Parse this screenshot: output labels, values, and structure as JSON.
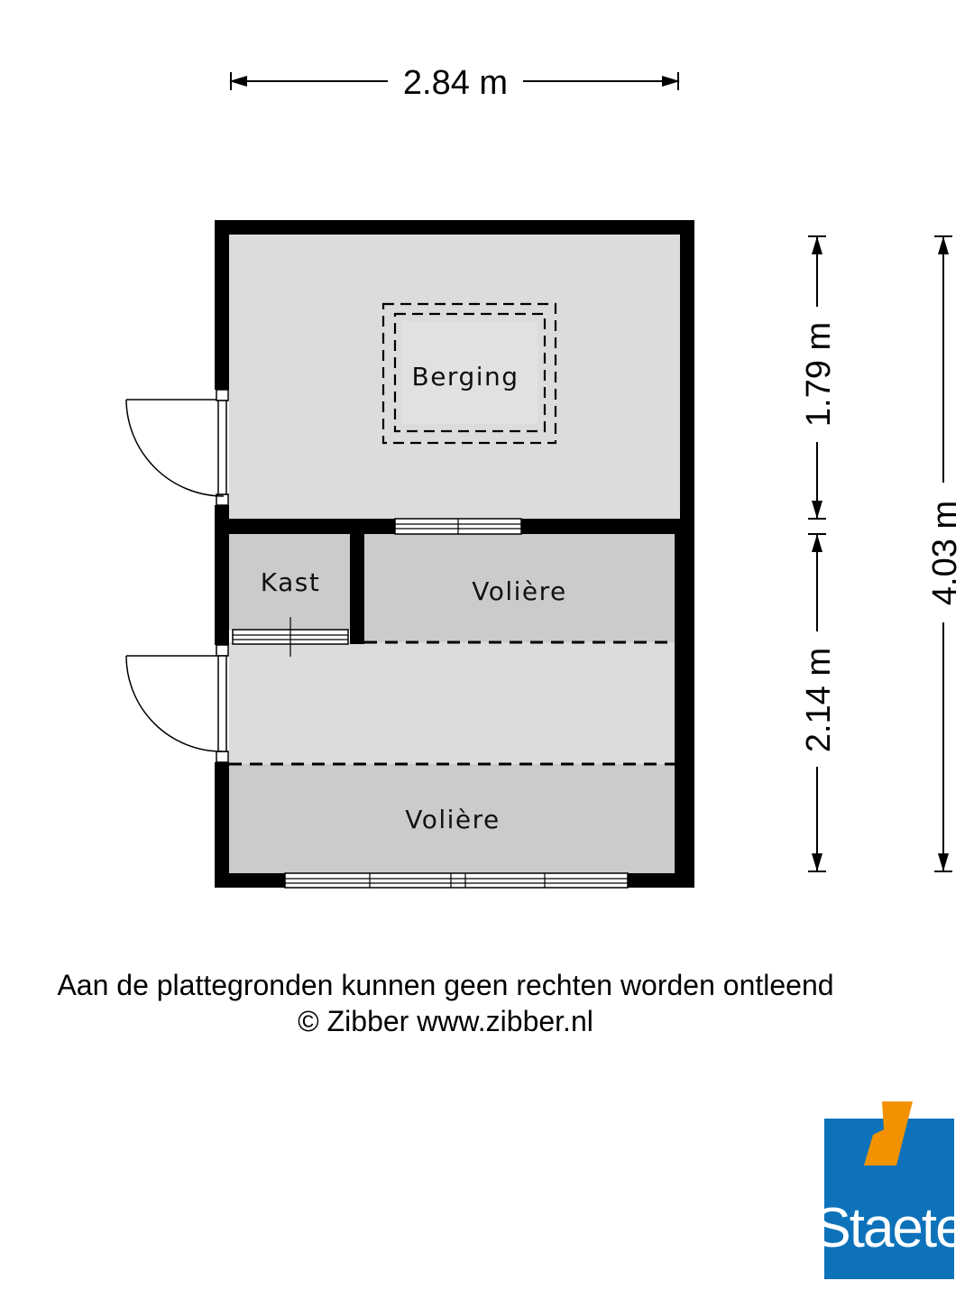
{
  "dimensions": {
    "width": "2.84 m",
    "upper_height": "1.79 m",
    "lower_height": "2.14 m",
    "total_height": "4.03 m"
  },
  "rooms": {
    "berging": "Berging",
    "kast": "Kast",
    "voliere_top": "Volière",
    "voliere_bottom": "Volière"
  },
  "footer": {
    "disclaimer": "Aan de plattegronden kunnen geen rechten worden ontleend",
    "copyright": "© Zibber www.zibber.nl"
  },
  "logo": {
    "brand": "Staete",
    "colors": {
      "blue": "#0d72ba",
      "orange": "#f39200"
    }
  },
  "colors": {
    "floor_light": "#dcdcdc",
    "floor_dark": "#cbcbcb",
    "wall": "#000000"
  }
}
